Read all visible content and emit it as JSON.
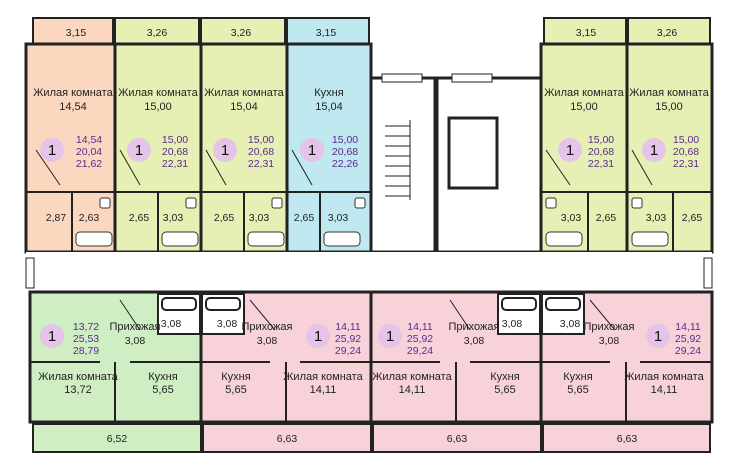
{
  "colors": {
    "orange": "#fcd7bf",
    "yellowgreen": "#e7f0b4",
    "lightblue": "#bfe8f0",
    "green": "#cfeec3",
    "pink": "#f7d3d9",
    "wall": "#222222",
    "badge": "#e6c3e8",
    "totals_text": "#5a2a8a"
  },
  "top_row": {
    "balcony_areas": [
      "3,15",
      "3,26",
      "3,26",
      "3,15",
      "3,15",
      "3,26"
    ],
    "units": [
      {
        "room_label": "Жилая комната",
        "room_area": "14,54",
        "rooms": "1",
        "totals": [
          "14,54",
          "20,04",
          "21,62"
        ],
        "hall_area": "2,87",
        "bath_area": "2,63"
      },
      {
        "room_label": "Жилая комната",
        "room_area": "15,00",
        "rooms": "1",
        "totals": [
          "15,00",
          "20,68",
          "22,31"
        ],
        "hall_area": "2,65",
        "bath_area": "3,03"
      },
      {
        "room_label": "Жилая комната",
        "room_area": "15,04",
        "rooms": "1",
        "totals": [
          "15,00",
          "20,68",
          "22,31"
        ],
        "hall_area": "2,65",
        "bath_area": "3,03"
      },
      {
        "room_label": "Кухня",
        "room_area": "15,04",
        "rooms": "1",
        "totals": [
          "15,00",
          "20,68",
          "22,26"
        ],
        "hall_area": "2,65",
        "bath_area": "3,03"
      },
      {
        "room_label": "Жилая комната",
        "room_area": "15,00",
        "rooms": "1",
        "totals": [
          "15,00",
          "20,68",
          "22,31"
        ],
        "hall_area": "2,65",
        "bath_area": "3,03"
      },
      {
        "room_label": "Жилая комната",
        "room_area": "15,00",
        "rooms": "1",
        "totals": [
          "15,00",
          "20,68",
          "22,31"
        ],
        "hall_area": "2,65",
        "bath_area": "3,03"
      }
    ]
  },
  "bottom_row": {
    "balcony_areas": [
      "6,52",
      "6,63",
      "6,63",
      "6,63"
    ],
    "units": [
      {
        "rooms": "1",
        "totals": [
          "13,72",
          "25,53",
          "28,79"
        ],
        "hall_label": "Прихожая",
        "hall_area": "3,08",
        "bath_area": "3,08",
        "room_label": "Жилая комната",
        "room_area": "13,72",
        "kitchen_label": "Кухня",
        "kitchen_area": "5,65"
      },
      {
        "rooms": "1",
        "totals": [
          "14,11",
          "25,92",
          "29,24"
        ],
        "hall_label": "Прихожая",
        "hall_area": "3,08",
        "bath_area": "3,08",
        "room_label": "Жилая комната",
        "room_area": "14,11",
        "kitchen_label": "Кухня",
        "kitchen_area": "5,65"
      },
      {
        "rooms": "1",
        "totals": [
          "14,11",
          "25,92",
          "29,24"
        ],
        "hall_label": "Прихожая",
        "hall_area": "3,08",
        "bath_area": "3,08",
        "room_label": "Жилая комната",
        "room_area": "14,11",
        "kitchen_label": "Кухня",
        "kitchen_area": "5,65"
      },
      {
        "rooms": "1",
        "totals": [
          "14,11",
          "25,92",
          "29,24"
        ],
        "hall_label": "Прихожая",
        "hall_area": "3,08",
        "bath_area": "3,08",
        "room_label": "Жилая комната",
        "room_area": "14,11",
        "kitchen_label": "Кухня",
        "kitchen_area": "5,65"
      }
    ]
  }
}
